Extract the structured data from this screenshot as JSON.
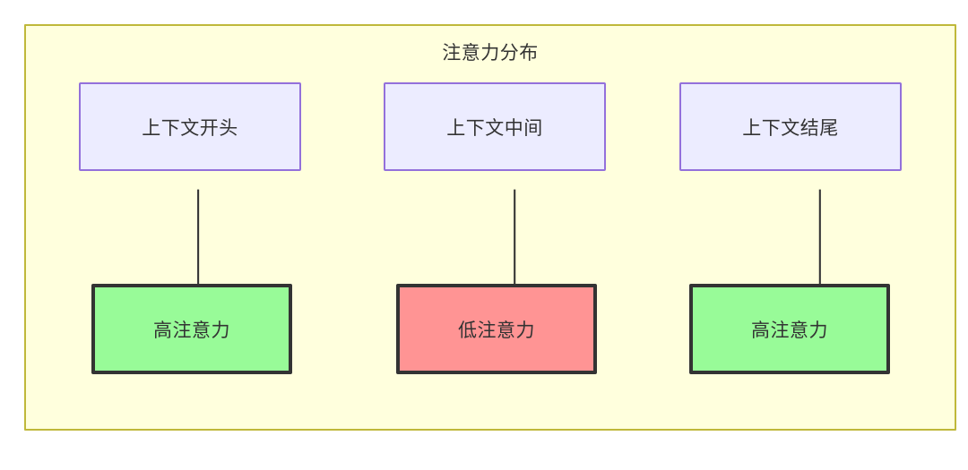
{
  "diagram": {
    "title": "注意力分布",
    "background_color": "#ffffdd",
    "border_color": "#bfb83a",
    "colors": {
      "context_fill": "#ececff",
      "context_border": "#9370db",
      "high_attention_fill": "#98fb98",
      "low_attention_fill": "#ff9494",
      "attention_border": "#333333",
      "text": "#333333",
      "edge": "#333333"
    },
    "nodes": {
      "context": [
        {
          "id": "ctx-start",
          "label": "上下文开头"
        },
        {
          "id": "ctx-middle",
          "label": "上下文中间"
        },
        {
          "id": "ctx-end",
          "label": "上下文结尾"
        }
      ],
      "attention": [
        {
          "id": "attn-start",
          "label": "高注意力",
          "level": "high"
        },
        {
          "id": "attn-middle",
          "label": "低注意力",
          "level": "low"
        },
        {
          "id": "attn-end",
          "label": "高注意力",
          "level": "high"
        }
      ]
    },
    "edges": [
      {
        "from": "ctx-start",
        "to": "attn-start",
        "arrow": "arrow-down-icon"
      },
      {
        "from": "ctx-middle",
        "to": "attn-middle",
        "arrow": "arrow-down-icon"
      },
      {
        "from": "ctx-end",
        "to": "attn-end",
        "arrow": "arrow-down-icon"
      }
    ]
  }
}
